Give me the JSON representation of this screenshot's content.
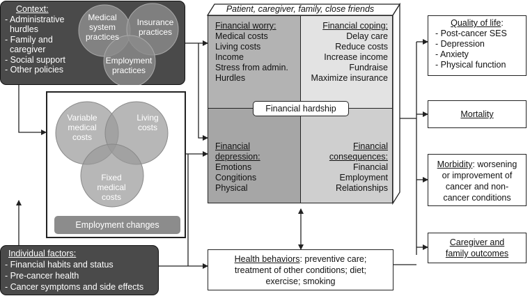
{
  "context": {
    "title": "Context:",
    "items": [
      "- Administrative",
      "  hurdles",
      "- Family and",
      "  caregiver",
      "- Social support",
      "- Other policies"
    ],
    "venn": [
      "Medical\nsystem\npractices",
      "Insurance\npractices",
      "Employment\npractices"
    ]
  },
  "costs": {
    "venn": [
      "Variable\nmedical\ncosts",
      "Living\ncosts",
      "Fixed\nmedical\ncosts"
    ],
    "employment_changes": "Employment changes"
  },
  "individual": {
    "title": "Individual factors:",
    "items": [
      "- Financial habits and status",
      "- Pre-cancer health",
      "- Cancer symptoms and side effects"
    ]
  },
  "hardship": {
    "header": "Patient, caregiver, family, close friends",
    "center": "Financial hardship",
    "worry": {
      "title": "Financial worry:",
      "items": [
        "Medical costs",
        "Living costs",
        "Income",
        "Stress from admin.",
        "Hurdles"
      ]
    },
    "coping": {
      "title": "Financial coping:",
      "items": [
        "Delay care",
        "Reduce costs",
        "Increase income",
        "Fundraise",
        "Maximize insurance"
      ]
    },
    "depression": {
      "title_1": "Financial",
      "title_2": "depression:",
      "items": [
        "Emotions",
        "Congitions",
        "Physical"
      ]
    },
    "consequences": {
      "title_1": "Financial",
      "title_2": "consequences:",
      "items": [
        "Financial",
        "Employment",
        "Relationships"
      ]
    }
  },
  "health_behaviors": {
    "title": "Health behaviors",
    "line1_rest": ": preventive care;",
    "line2": "treatment of other conditions; diet;",
    "line3": "exercise; smoking"
  },
  "outcomes": {
    "quality": {
      "title": "Quality of life",
      "colon": ":",
      "items": [
        "-  Post-cancer SES",
        "-  Depression",
        "-  Anxiety",
        "-  Physical function"
      ]
    },
    "mortality": "Mortality",
    "morbidity": {
      "title": "Morbidity",
      "rest": ": worsening",
      "line2": "or improvement of",
      "line3": "cancer and non-",
      "line4": "cancer conditions"
    },
    "caregiver": {
      "line1": "Caregiver and",
      "line2": "family outcomes"
    }
  }
}
